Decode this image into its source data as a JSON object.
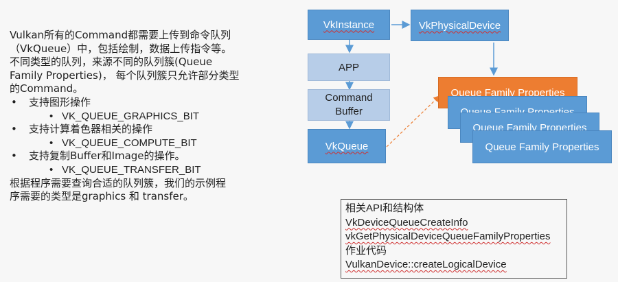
{
  "intro": [
    "Vulkan所有的Command都需要上传到命令队列",
    "（VkQueue）中，包括绘制，数据上传指令等。",
    "不同类型的队列，来源不同的队列簇(Queue",
    "Family Properties)， 每个队列簇只允许部分类型",
    "的Command。"
  ],
  "bullets": [
    {
      "label": "支持图形操作",
      "flag": "VK_QUEUE_GRAPHICS_BIT"
    },
    {
      "label": "支持计算着色器相关的操作",
      "flag": "VK_QUEUE_COMPUTE_BIT"
    },
    {
      "label": "支持复制Buffer和Image的操作。",
      "flag": "VK_QUEUE_TRANSFER_BIT"
    }
  ],
  "bullet_char": "•",
  "outro": [
    "根据程序需要查询合适的队列簇，我们的示例程",
    "序需要的类型是graphics 和 transfer。"
  ],
  "diagram": {
    "instance": "VkInstance",
    "physical_device": "VkPhysicalDevice",
    "app": "APP",
    "command_buffer_line1": "Command",
    "command_buffer_line2": "Buffer",
    "queue": "VkQueue",
    "family_properties": [
      "Queue Family Properties",
      "Queue Family Properties",
      "Queue Family Properties",
      "Queue Family Properties"
    ]
  },
  "api_box": {
    "heading": "相关API和结构体",
    "api1": "VkDeviceQueueCreateInfo",
    "api2": "vkGetPhysicalDeviceQueueFamilyProperties",
    "code_heading": "作业代码",
    "code1": "VulkanDevice::createLogicalDevice"
  },
  "colors": {
    "blue": "#5b9bd5",
    "light_blue": "#b7cde8",
    "orange": "#ed7d31"
  }
}
